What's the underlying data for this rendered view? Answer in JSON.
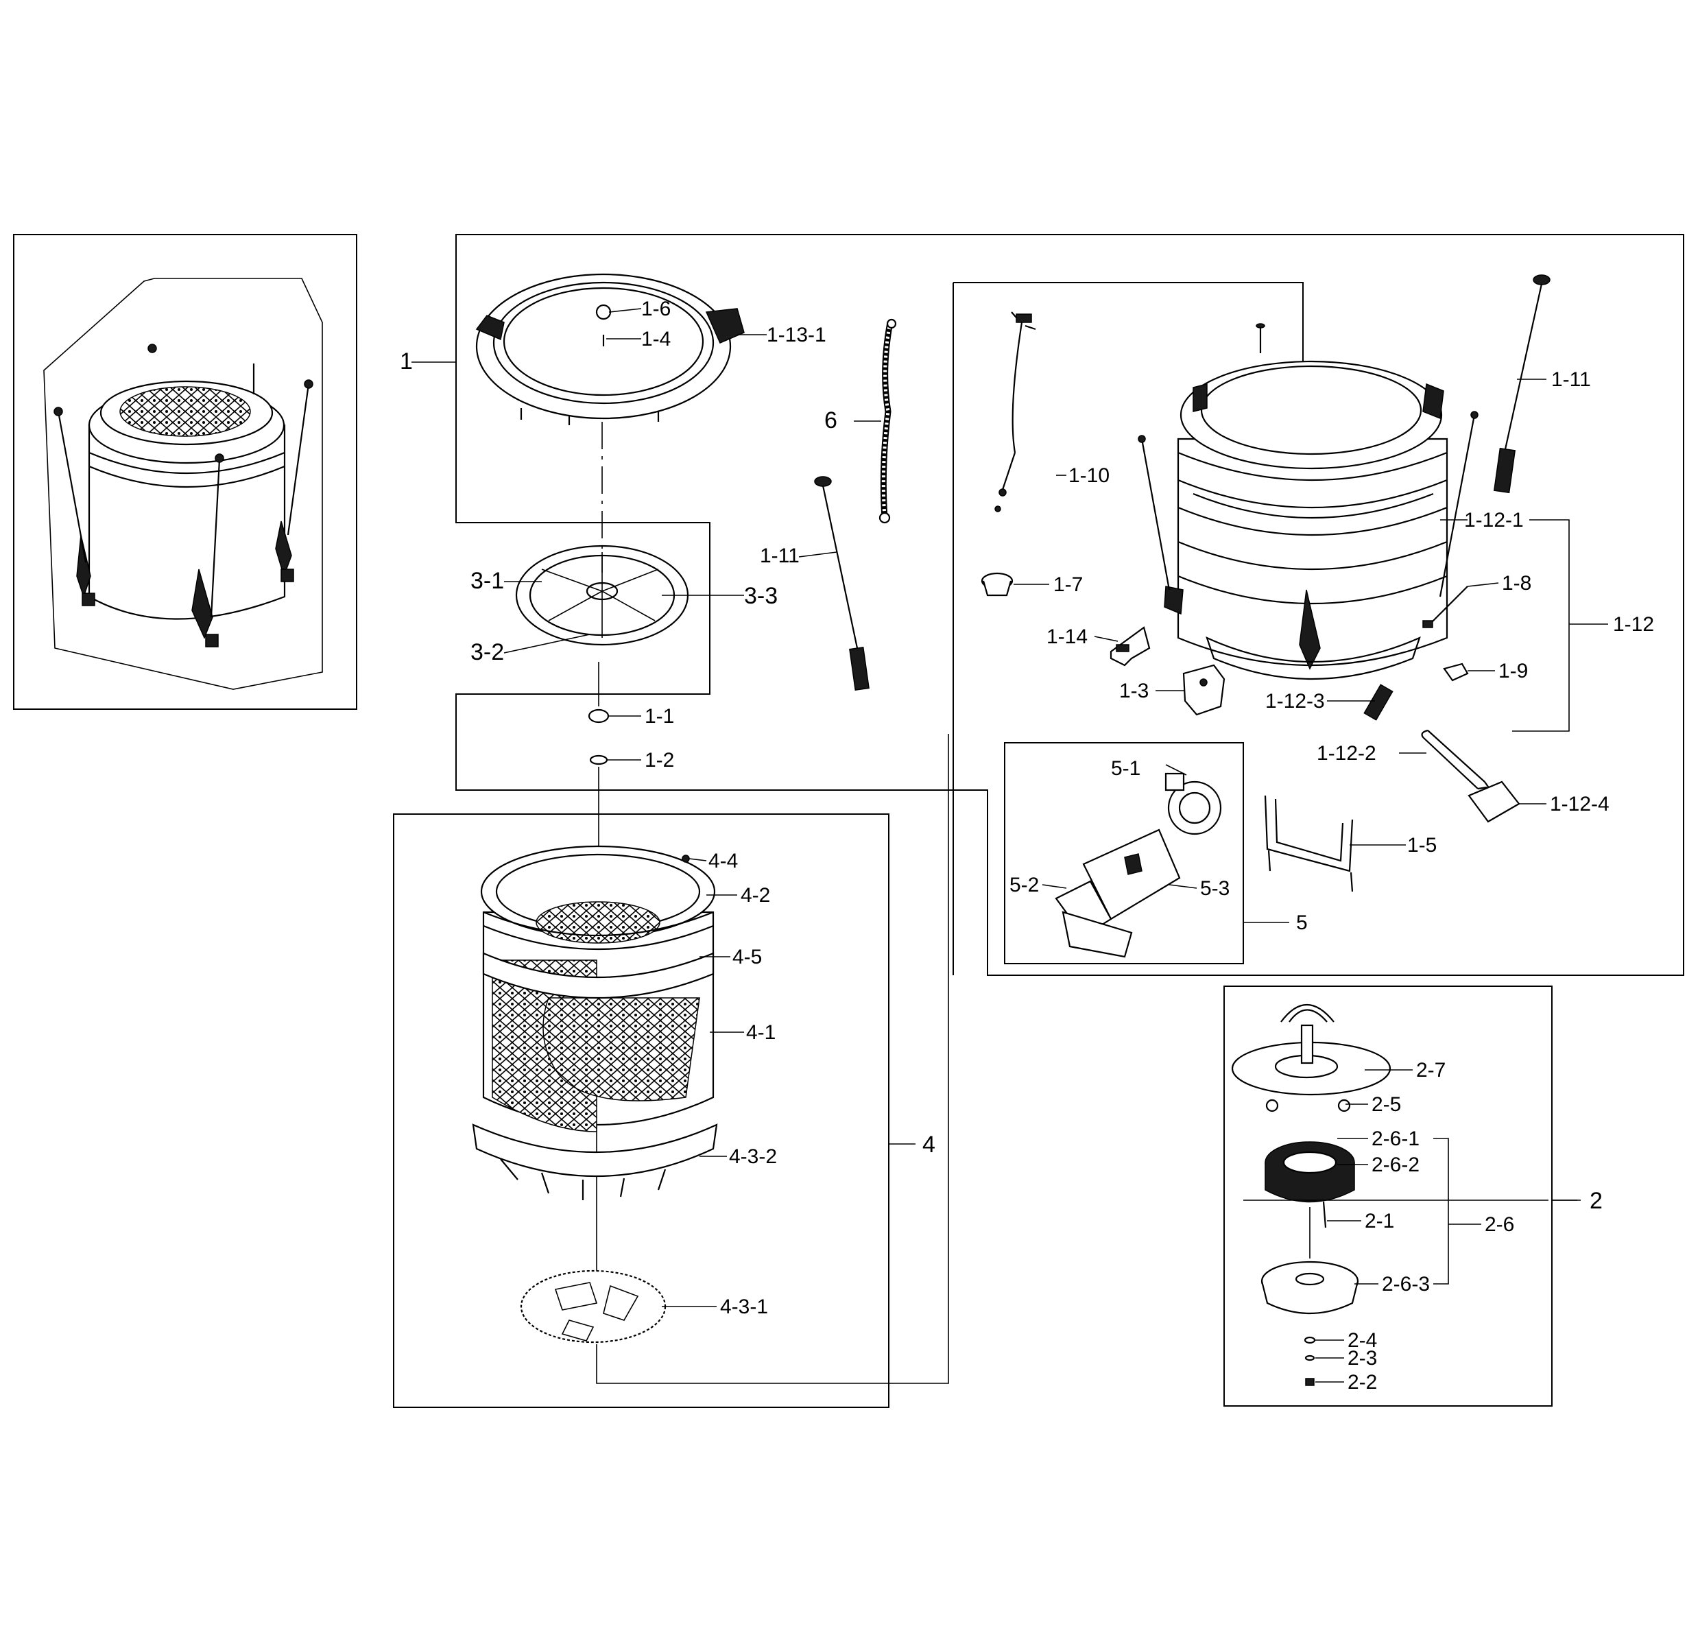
{
  "labels": {
    "l_1": "1",
    "l_1_1": "1-1",
    "l_1_2": "1-2",
    "l_1_3": "1-3",
    "l_1_4": "1-4",
    "l_1_5": "1-5",
    "l_1_6": "1-6",
    "l_1_7": "1-7",
    "l_1_8": "1-8",
    "l_1_9": "1-9",
    "l_1_10": "1-10",
    "l_1_11a": "1-11",
    "l_1_11b": "1-11",
    "l_1_12": "1-12",
    "l_1_12_1": "1-12-1",
    "l_1_12_2": "1-12-2",
    "l_1_12_3": "1-12-3",
    "l_1_12_4": "1-12-4",
    "l_1_13_1": "1-13-1",
    "l_1_14": "1-14",
    "l_2": "2",
    "l_2_1": "2-1",
    "l_2_2": "2-2",
    "l_2_3": "2-3",
    "l_2_4": "2-4",
    "l_2_5": "2-5",
    "l_2_6": "2-6",
    "l_2_6_1": "2-6-1",
    "l_2_6_2": "2-6-2",
    "l_2_6_3": "2-6-3",
    "l_2_7": "2-7",
    "l_3_1": "3-1",
    "l_3_2": "3-2",
    "l_3_3": "3-3",
    "l_4": "4",
    "l_4_1": "4-1",
    "l_4_2": "4-2",
    "l_4_3_1": "4-3-1",
    "l_4_3_2": "4-3-2",
    "l_4_4": "4-4",
    "l_4_5": "4-5",
    "l_5": "5",
    "l_5_1": "5-1",
    "l_5_2": "5-2",
    "l_5_3": "5-3",
    "l_6": "6"
  },
  "icons": {
    "overview": "assembled-washer-tub-icon",
    "tub_cover": "tub-cover-icon",
    "outer_tub": "outer-tub-icon",
    "pulsator": "pulsator-icon",
    "inner_basket": "inner-basket-icon",
    "motor": "motor-assembly-icon",
    "drain_pump": "drain-pump-icon",
    "heater": "heater-icon",
    "bracket": "bracket-icon",
    "hose": "hose-icon",
    "suspension_rod": "suspension-rod-icon"
  }
}
